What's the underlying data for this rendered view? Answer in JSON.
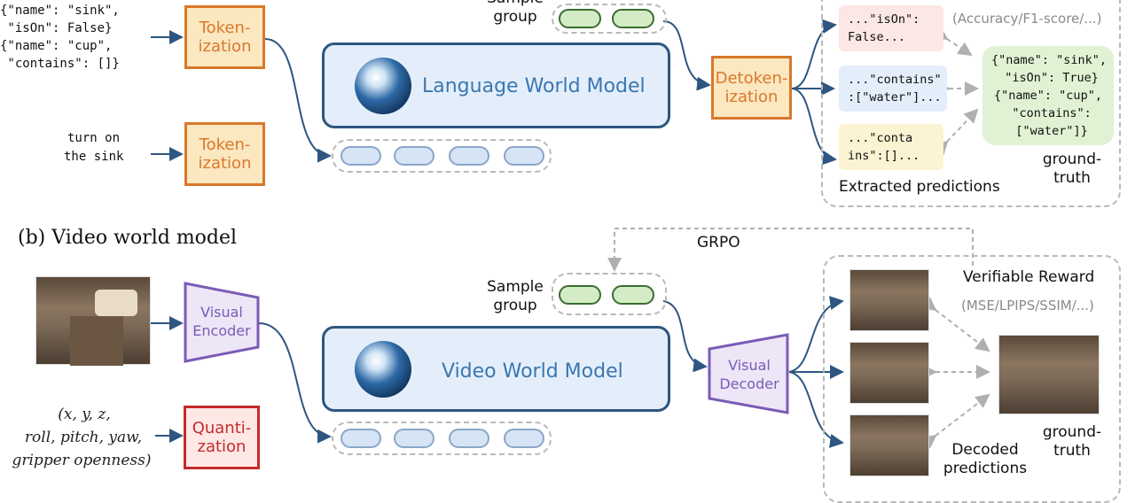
{
  "top": {
    "input_json_lines": [
      "{\"name\": \"sink\",",
      " \"isOn\": False}",
      "{\"name\": \"cup\",",
      " \"contains\": []}"
    ],
    "input_action_lines": [
      "turn on",
      "the sink"
    ],
    "tokenization_label": "Token-\nization",
    "model_label": "Language World Model",
    "sample_group_label": "Sample\ngroup",
    "detokenization_label": "Detoken-\nization",
    "metric_label": "(Accuracy/F1-score/...)",
    "pred1": "...\"isOn\":\nFalse...",
    "pred2": "...\"contains\"\n:[\"water\"]...",
    "pred3": "...\"conta\nins\":[]...",
    "gt_json": "{\"name\": \"sink\",\n \"isOn\": True}\n{\"name\": \"cup\",\n \"contains\":\n [\"water\"]}",
    "extracted_label": "Extracted predictions",
    "gt_label": "ground-\ntruth"
  },
  "bottom": {
    "section_title": "(b) Video world model",
    "grpo_label": "GRPO",
    "visual_encoder_label": "Visual\nEncoder",
    "quantization_label": "Quanti-\nzation",
    "action_lines": [
      "(x, y, z,",
      "roll, pitch, yaw,",
      "gripper openness)"
    ],
    "model_label": "Video World Model",
    "sample_group_label": "Sample\ngroup",
    "visual_decoder_label": "Visual\nDecoder",
    "reward_label": "Verifiable Reward",
    "metric_label": "(MSE/LPIPS/SSIM/...)",
    "decoded_label": "Decoded\npredictions",
    "gt_label": "ground-\ntruth"
  },
  "colors": {
    "process_orange": "#d9782a",
    "quantization_red": "#c62b2b",
    "model_blue": "#2d5680",
    "visual_purple": "#7b5bb5",
    "sample_green": "#3a6d2f"
  }
}
